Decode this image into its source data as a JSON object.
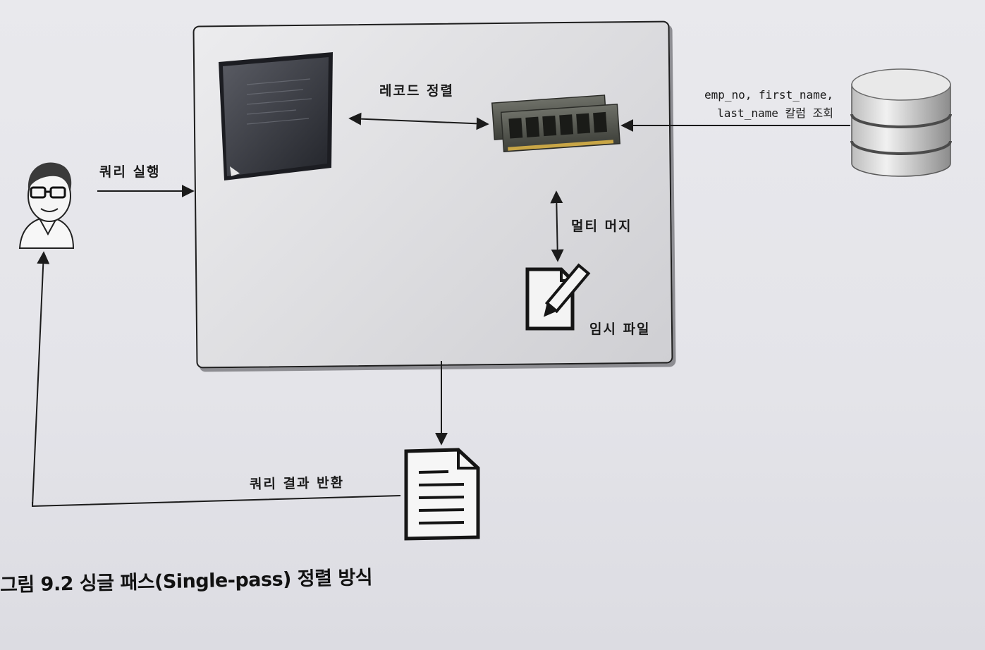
{
  "labels": {
    "record_sort": "레코드 정렬",
    "query_exec": "쿼리 실행",
    "column_fetch_line1": "emp_no, first_name,",
    "column_fetch_line2": "last_name 칼럼 조회",
    "multi_merge": "멀티 머지",
    "temp_file": "임시 파일",
    "query_result": "쿼리 결과 반환"
  },
  "caption": "그림 9.2 싱글 패스(Single-pass) 정렬 방식"
}
